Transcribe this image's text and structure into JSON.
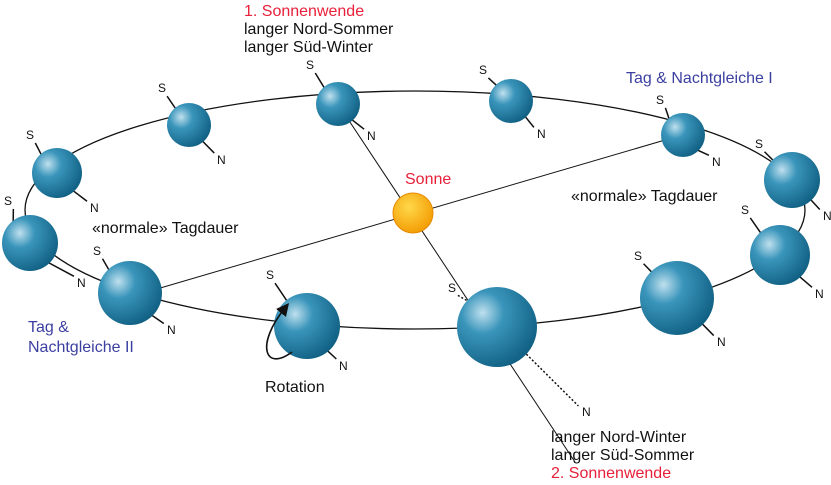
{
  "colors": {
    "planet": "#1f7ea3",
    "sun": "#f7a800",
    "highlight": "#e8203a",
    "equinox": "#3b3fa0"
  },
  "labels": {
    "solstice1": {
      "title": "1. Sonnenwende",
      "line1": "langer Nord-Sommer",
      "line2": "langer Süd-Winter"
    },
    "solstice2": {
      "line1": "langer Nord-Winter",
      "line2": "langer Süd-Sommer",
      "title": "2. Sonnenwende"
    },
    "equinox1": "Tag & Nachtgleiche I",
    "equinox2_line1": "Tag &",
    "equinox2_line2": "Nachtgleiche II",
    "sun": "Sonne",
    "normal_left": "«normale» Tagdauer",
    "normal_right": "«normale» Tagdauer",
    "rotation": "Rotation"
  },
  "poles": {
    "south": "S",
    "north": "N"
  }
}
